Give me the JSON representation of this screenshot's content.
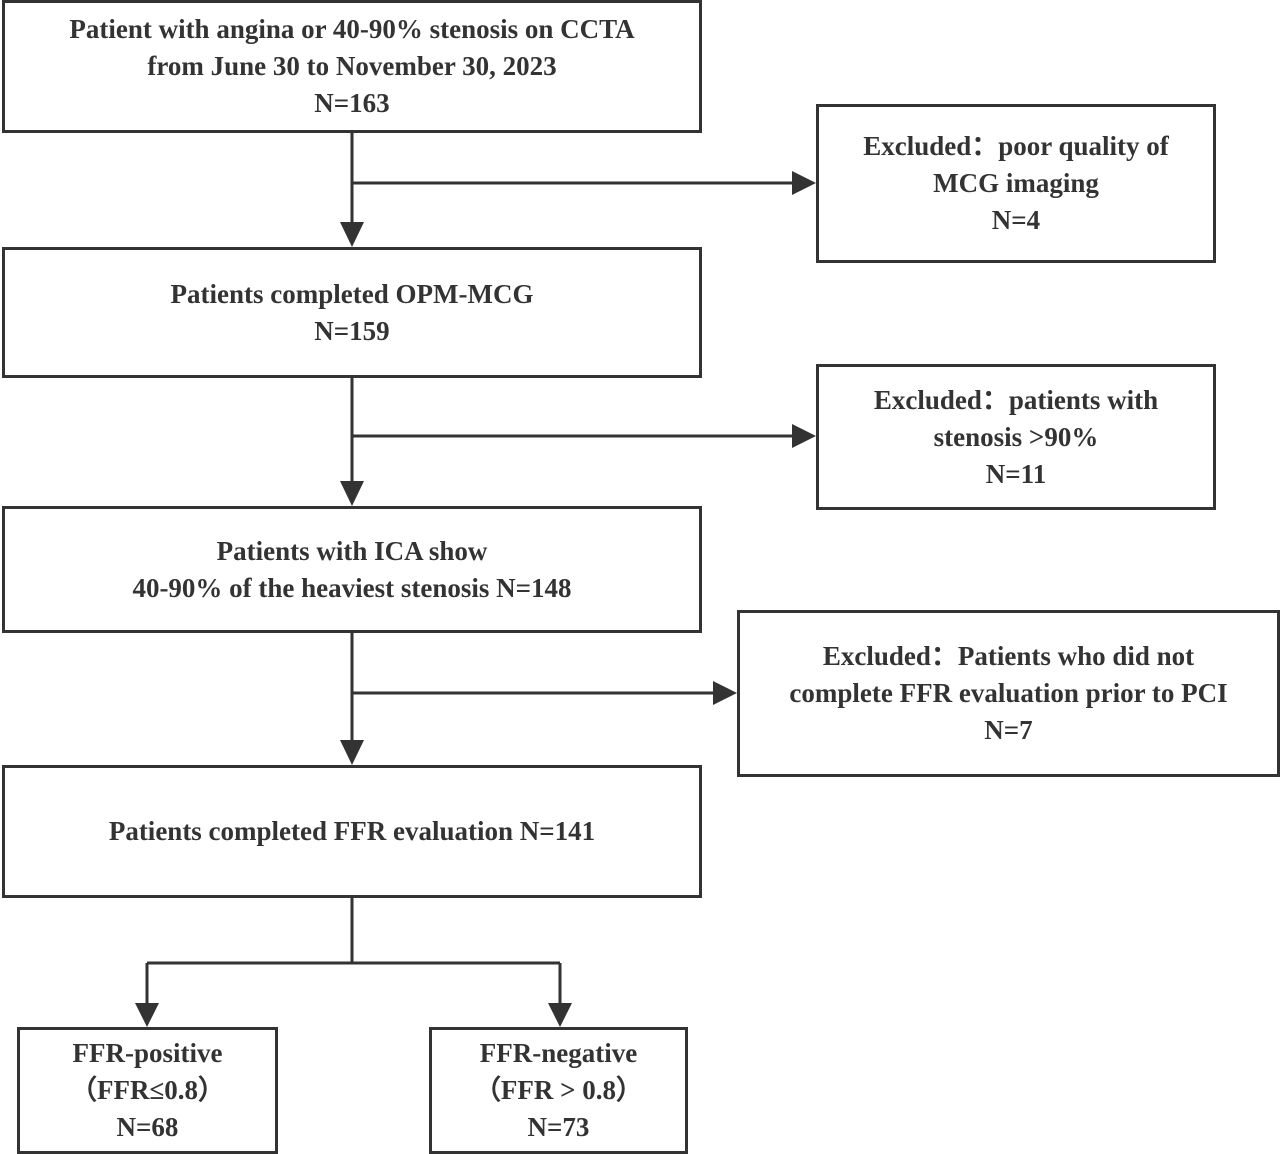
{
  "flow": {
    "start": {
      "line1": "Patient with angina or 40-90% stenosis on CCTA",
      "line2": "from June 30 to November 30, 2023",
      "line3": "N=163"
    },
    "exclusion1": {
      "line1": "Excluded：poor quality of",
      "line2": "MCG imaging",
      "line3": "N=4"
    },
    "step2": {
      "line1": "Patients completed OPM-MCG",
      "line2": "N=159"
    },
    "exclusion2": {
      "line1": "Excluded：patients with",
      "line2": "stenosis >90%",
      "line3": "N=11"
    },
    "step3": {
      "line1": "Patients with ICA show",
      "line2": "40-90% of the heaviest stenosis N=148"
    },
    "exclusion3": {
      "line1": "Excluded：Patients who did not",
      "line2": "complete FFR evaluation prior to PCI",
      "line3": "N=7"
    },
    "step4": {
      "line1": "Patients completed FFR evaluation  N=141"
    },
    "positive": {
      "line1": "FFR-positive",
      "line2": "（FFR≤0.8）",
      "line3": "N=68"
    },
    "negative": {
      "line1": "FFR-negative",
      "line2": "（FFR > 0.8）",
      "line3": "N=73"
    }
  },
  "colors": {
    "stroke": "#333333",
    "background": "#ffffff"
  }
}
